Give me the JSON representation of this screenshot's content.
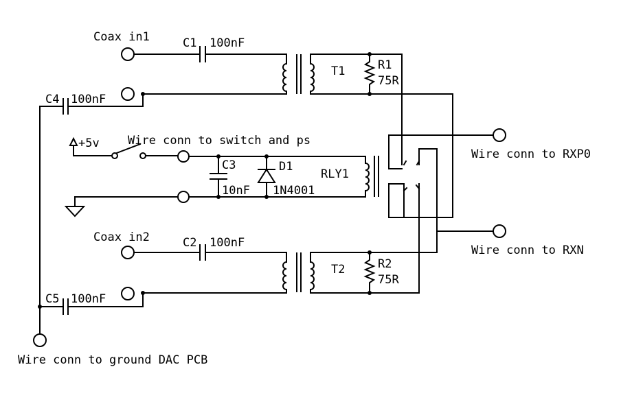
{
  "labels": {
    "coax_in1": "Coax in1",
    "coax_in2": "Coax in2",
    "c1": "C1",
    "c1_val": "100nF",
    "c2": "C2",
    "c2_val": "100nF",
    "c3": "C3",
    "c3_val": "10nF",
    "c4": "C4",
    "c4_val": "100nF",
    "c5": "C5",
    "c5_val": "100nF",
    "t1": "T1",
    "t2": "T2",
    "r1": "R1",
    "r1_val": "75R",
    "r2": "R2",
    "r2_val": "75R",
    "d1": "D1",
    "d1_val": "1N4001",
    "rly1": "RLY1",
    "plus5v": "+5v",
    "switch_ps": "Wire conn to switch and ps",
    "rxp0": "Wire conn to RXP0",
    "rxn": "Wire conn to RXN",
    "ground_dac": "Wire conn to ground DAC PCB"
  }
}
